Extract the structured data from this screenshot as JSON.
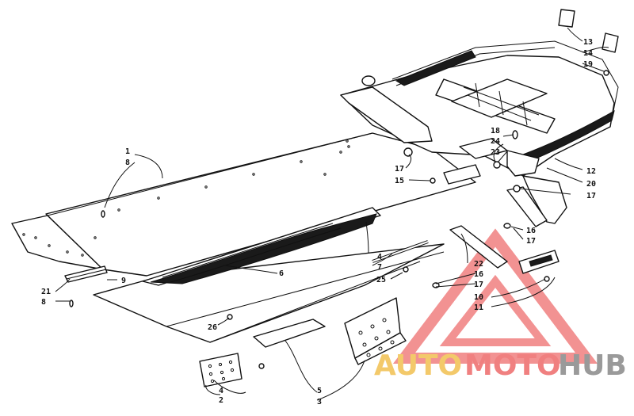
{
  "callouts": {
    "c1": "1",
    "c8a": "8",
    "c21": "21",
    "c8b": "8",
    "c9": "9",
    "c26": "26",
    "c4a": "4",
    "c2": "2",
    "c5": "5",
    "c3": "3",
    "c6": "6",
    "c4b": "4",
    "c7": "7",
    "c25": "25",
    "c22": "22",
    "c16a": "16",
    "c17a": "17",
    "c10": "10",
    "c11": "11",
    "c16b": "16",
    "c17b": "17",
    "c15": "15",
    "c17c": "17",
    "c18": "18",
    "c24": "24",
    "c23": "23",
    "c12": "12",
    "c20": "20",
    "c17d": "17",
    "c13": "13",
    "c14": "14",
    "c19": "19"
  },
  "watermark": {
    "word1": "AUTO",
    "word2": "MOTO",
    "word3": "HUB",
    "color_red": "#f08080",
    "color_yellow": "#f3c96a",
    "color_gray": "#9a9a9a"
  }
}
